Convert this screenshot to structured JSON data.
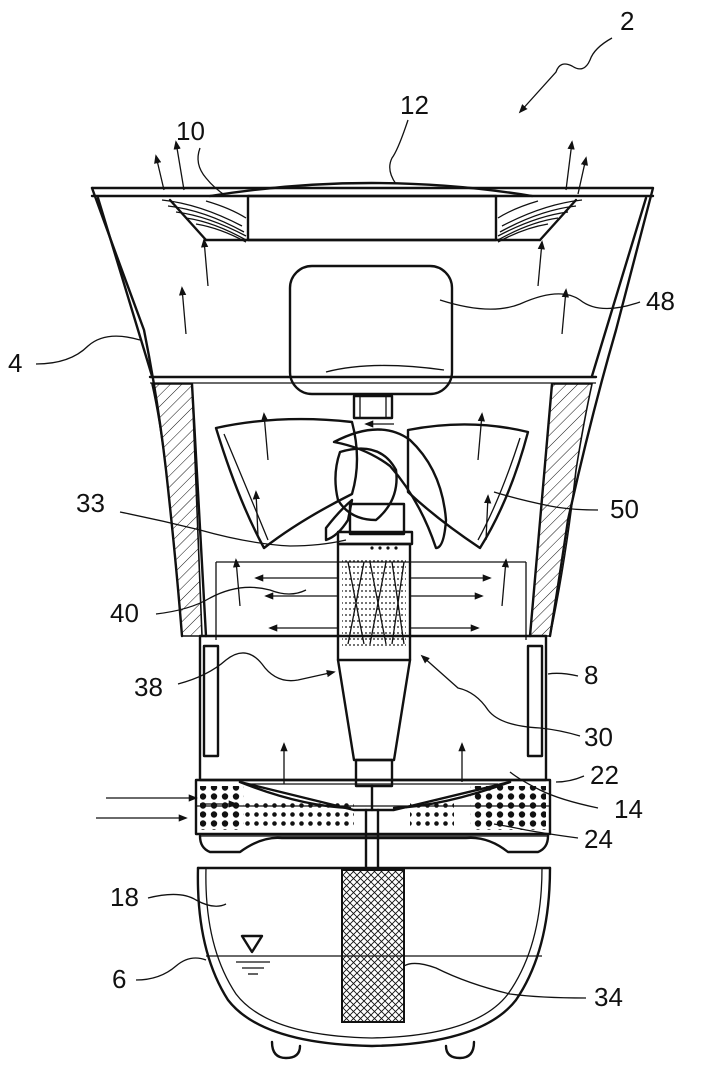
{
  "diagram": {
    "labels": [
      {
        "id": "2",
        "text": "2"
      },
      {
        "id": "12",
        "text": "12"
      },
      {
        "id": "10",
        "text": "10"
      },
      {
        "id": "48",
        "text": "48"
      },
      {
        "id": "4",
        "text": "4"
      },
      {
        "id": "33",
        "text": "33"
      },
      {
        "id": "50",
        "text": "50"
      },
      {
        "id": "40",
        "text": "40"
      },
      {
        "id": "8",
        "text": "8"
      },
      {
        "id": "38",
        "text": "38"
      },
      {
        "id": "30",
        "text": "30"
      },
      {
        "id": "22",
        "text": "22"
      },
      {
        "id": "14",
        "text": "14"
      },
      {
        "id": "24",
        "text": "24"
      },
      {
        "id": "18",
        "text": "18"
      },
      {
        "id": "6",
        "text": "6"
      },
      {
        "id": "34",
        "text": "34"
      }
    ]
  }
}
